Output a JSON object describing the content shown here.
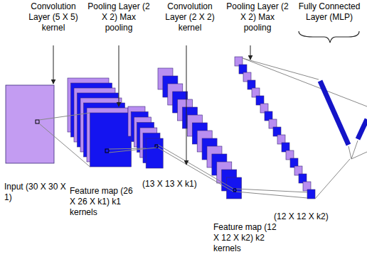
{
  "diagram": {
    "labels": [
      "Convolution Layer (5 X 5) kernel",
      "Pooling Layer (2 X 2) Max pooling",
      "Convolution Layer (2 X 2) kernel",
      "Pooling Layer (2 X 2) Max pooling",
      "Fully Connected Layer (MLP)",
      "Input (30 X 30 X 1)",
      "Feature map (26 X 26 X k1) k1 kernels",
      "(13 X 13 X k1)",
      "Feature map (12 X 12 X k2) k2 kernels",
      "(12 X 12 X k2)"
    ]
  }
}
